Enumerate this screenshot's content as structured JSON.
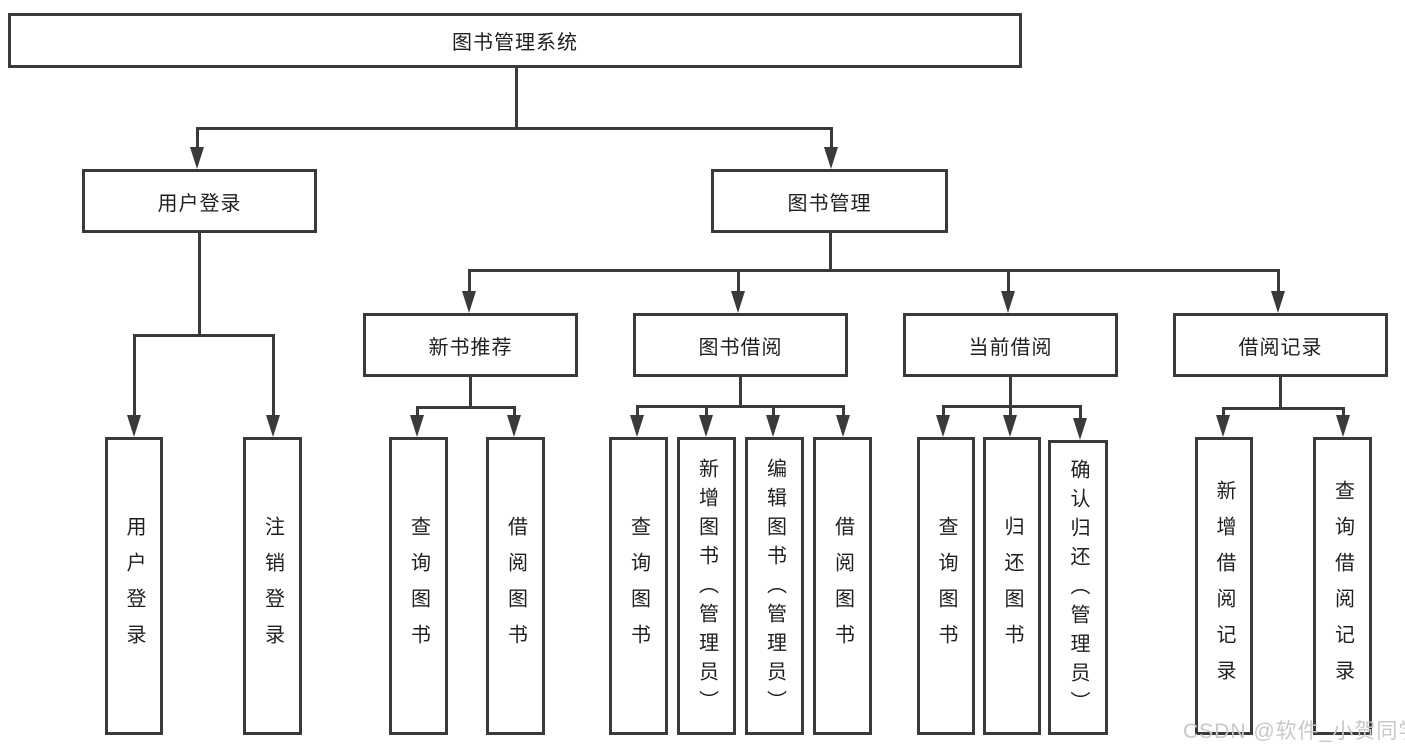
{
  "colors": {
    "line": "#3a3a3a",
    "box_border": "#3a3a3a",
    "text": "#1f1f1f",
    "background": "#ffffff",
    "watermark": "#c8c8c8"
  },
  "watermark": {
    "text": "CSDN @软件_小贺同学"
  },
  "tree": {
    "root": {
      "label": "图书管理系统"
    },
    "branches": [
      {
        "label": "用户登录",
        "children": [
          {
            "label": "用户登录"
          },
          {
            "label": "注销登录"
          }
        ]
      },
      {
        "label": "图书管理",
        "sections": [
          {
            "label": "新书推荐",
            "children": [
              {
                "label": "查询图书"
              },
              {
                "label": "借阅图书"
              }
            ]
          },
          {
            "label": "图书借阅",
            "children": [
              {
                "label": "查询图书"
              },
              {
                "label": "新增图书（管理员）"
              },
              {
                "label": "编辑图书（管理员）"
              },
              {
                "label": "借阅图书"
              }
            ]
          },
          {
            "label": "当前借阅",
            "children": [
              {
                "label": "查询图书"
              },
              {
                "label": "归还图书"
              },
              {
                "label": "确认归还（管理员）"
              }
            ]
          },
          {
            "label": "借阅记录",
            "children": [
              {
                "label": "新增借阅记录"
              },
              {
                "label": "查询借阅记录"
              }
            ]
          }
        ]
      }
    ]
  }
}
